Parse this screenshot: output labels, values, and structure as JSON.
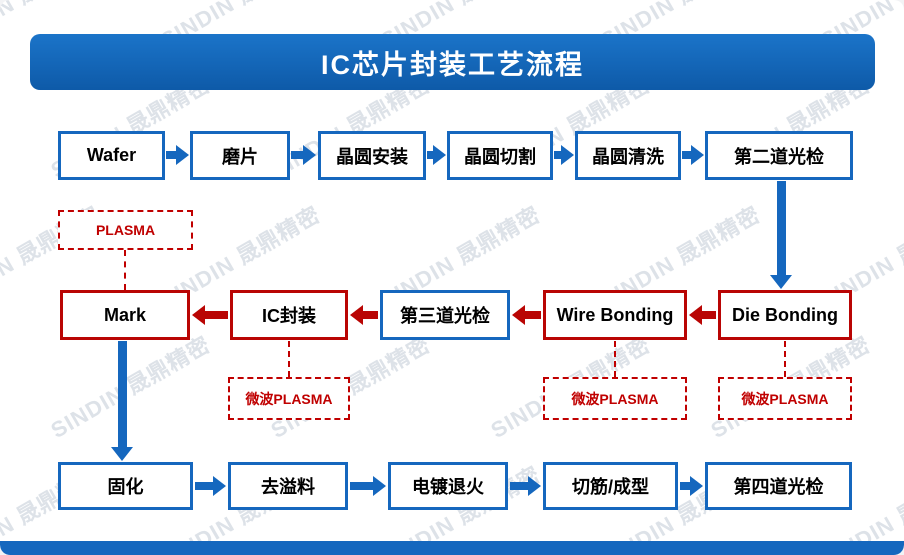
{
  "title": "IC芯片封装工艺流程",
  "watermark": {
    "text": "SINDIN 晟鼎精密"
  },
  "colors": {
    "blue": "#1567be",
    "red": "#c00000"
  },
  "boxes": {
    "wafer": "Wafer",
    "grind": "磨片",
    "mount": "晶圆安装",
    "saw": "晶圆切割",
    "clean": "晶圆清洗",
    "inspect2": "第二道光检",
    "die_bonding": "Die Bonding",
    "wire_bonding": "Wire Bonding",
    "inspect3": "第三道光检",
    "ic_pack": "IC封装",
    "mark": "Mark",
    "plasma": "PLASMA",
    "mw_plasma_ic": "微波PLASMA",
    "mw_plasma_wb": "微波PLASMA",
    "mw_plasma_db": "微波PLASMA",
    "cure": "固化",
    "deflash": "去溢料",
    "anneal": "电镀退火",
    "trim": "切筋/成型",
    "inspect4": "第四道光检"
  }
}
